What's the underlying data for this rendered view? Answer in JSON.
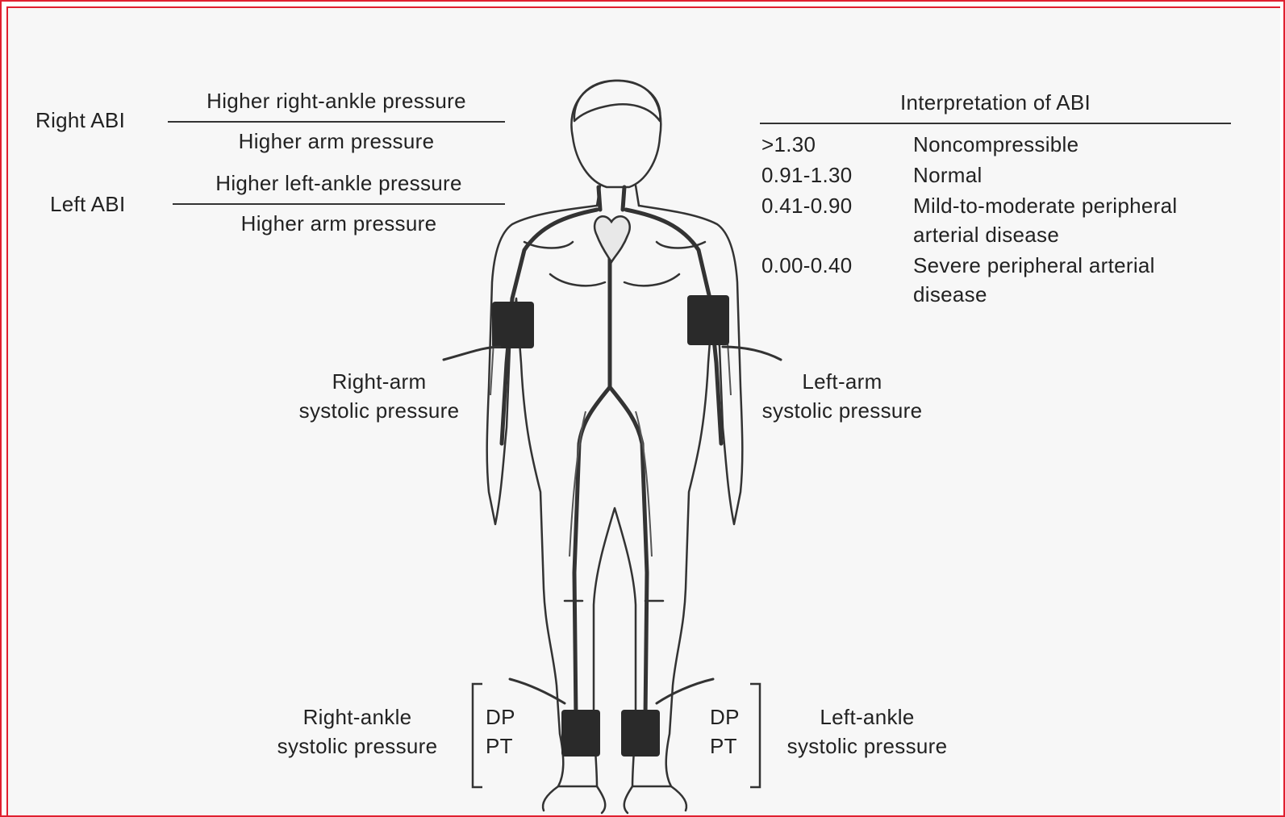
{
  "formulas": {
    "right": {
      "label": "Right ABI",
      "numerator": "Higher right-ankle pressure",
      "denominator": "Higher arm pressure"
    },
    "left": {
      "label": "Left ABI",
      "numerator": "Higher left-ankle pressure",
      "denominator": "Higher arm pressure"
    }
  },
  "interpretation": {
    "title": "Interpretation of ABI",
    "rows": [
      {
        "range": ">1.30",
        "meaning_lines": [
          "Noncompressible"
        ]
      },
      {
        "range": "0.91-1.30",
        "meaning_lines": [
          "Normal"
        ]
      },
      {
        "range": "0.41-0.90",
        "meaning_lines": [
          "Mild-to-moderate peripheral",
          "arterial disease"
        ]
      },
      {
        "range": "0.00-0.40",
        "meaning_lines": [
          "Severe peripheral arterial",
          "disease"
        ]
      }
    ]
  },
  "callouts": {
    "right_arm": [
      "Right-arm",
      "systolic pressure"
    ],
    "left_arm": [
      "Left-arm",
      "systolic pressure"
    ],
    "right_ankle": [
      "Right-ankle",
      "systolic pressure"
    ],
    "left_ankle": [
      "Left-ankle",
      "systolic pressure"
    ]
  },
  "ankle_sites": {
    "right": [
      "DP",
      "PT"
    ],
    "left": [
      "DP",
      "PT"
    ]
  },
  "colors": {
    "background": "#f7f7f7",
    "ink": "#222222",
    "cuff": "#2a2a2a",
    "frame_border": "#e02030",
    "outer_background": "#4a5fc4"
  }
}
